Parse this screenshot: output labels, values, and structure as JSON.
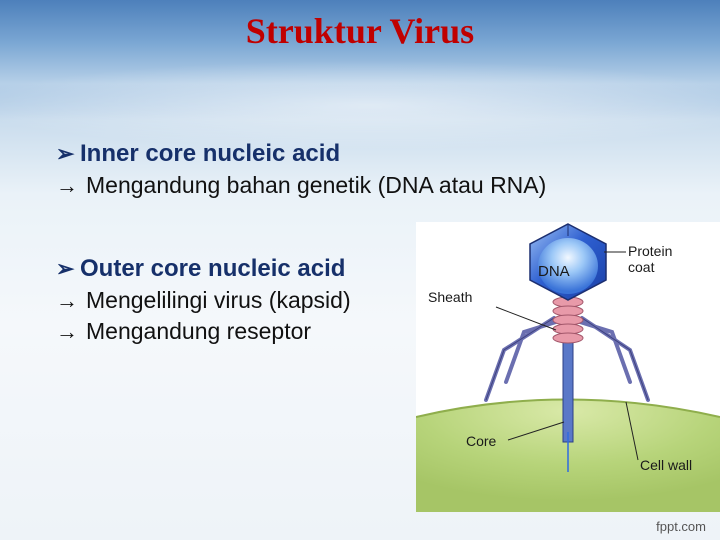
{
  "slide": {
    "title": "Struktur Virus"
  },
  "bullets": [
    {
      "heading": "Inner core nucleic acid",
      "lines": [
        "Mengandung bahan genetik (DNA atau RNA)"
      ]
    },
    {
      "heading": "Outer core nucleic acid",
      "lines": [
        "Mengelilingi virus (kapsid)",
        "Mengandung reseptor"
      ]
    }
  ],
  "figure": {
    "labels": {
      "dna": "DNA",
      "protein_coat_1": "Protein",
      "protein_coat_2": "coat",
      "sheath": "Sheath",
      "core": "Core",
      "cell_wall": "Cell wall"
    }
  },
  "footer": {
    "watermark": "fppt.com"
  },
  "colors": {
    "title": "#c00000",
    "heading": "#16306a",
    "capsid": "#2e5fd0",
    "cell": "#b7d47a"
  }
}
